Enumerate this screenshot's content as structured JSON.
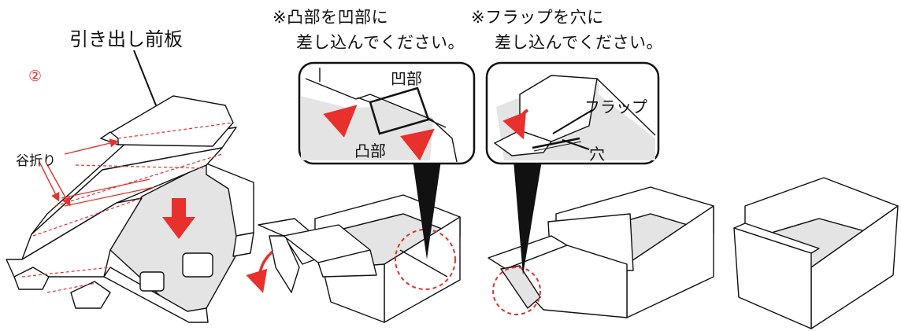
{
  "step_number": "②",
  "labels": {
    "front_panel": "引き出し前板",
    "valley_fold": "谷折り"
  },
  "notes": {
    "tab_into_slot_line1": "※凸部を凹部に",
    "tab_into_slot_line2": "差し込んでください。",
    "flap_into_hole_line1": "※フラップを穴に",
    "flap_into_hole_line2": "差し込んでください。"
  },
  "callout_tab": {
    "concave": "凹部",
    "convex": "凸部"
  },
  "callout_flap": {
    "flap": "フラップ",
    "hole": "穴"
  },
  "colors": {
    "accent_red": "#e8302c",
    "line_black": "#111111",
    "panel_gray": "#e4e4e4",
    "paper_white": "#ffffff"
  }
}
